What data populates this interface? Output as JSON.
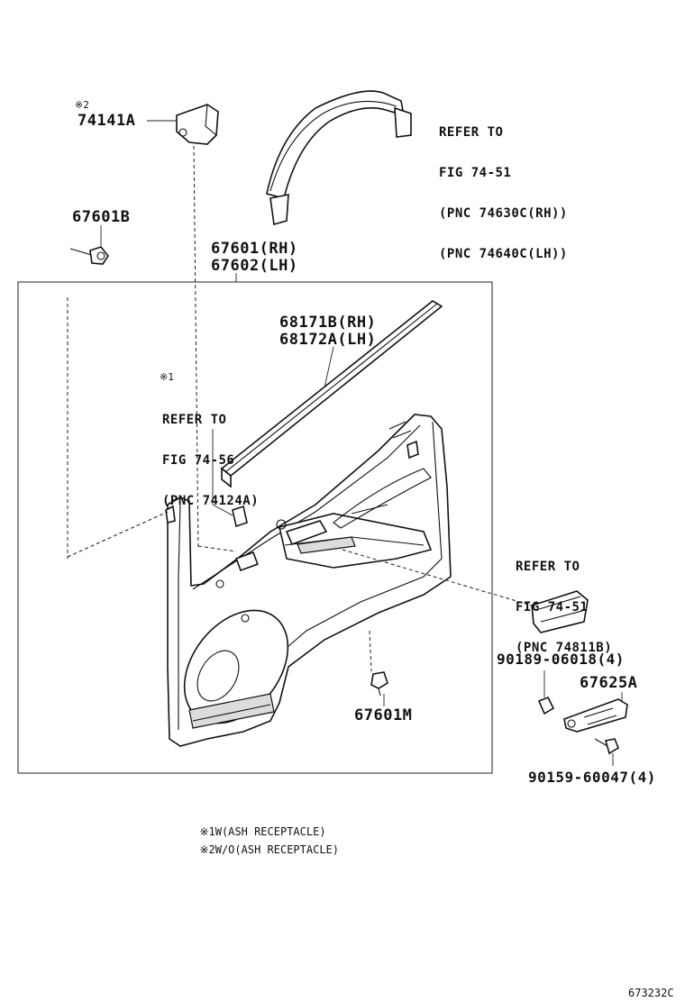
{
  "parts": {
    "p74141a": {
      "mark": "※2",
      "number": "74141A"
    },
    "p67601b": "67601B",
    "p67601_67602": [
      "67601(RH)",
      "67602(LH)"
    ],
    "p68171b_68172a": [
      "68171B(RH)",
      "68172A(LH)"
    ],
    "p67601m": "67601M",
    "p90189": "90189-06018(4)",
    "p67625a": "67625A",
    "p90159": "90159-60047(4)"
  },
  "references": {
    "assist_grip": [
      "REFER TO",
      "FIG 74-51",
      "(PNC 74630C(RH))",
      "(PNC 74640C(LH))"
    ],
    "ash_receptacle": {
      "mark": "※1",
      "lines": [
        "REFER TO",
        "FIG 74-56",
        "(PNC 74124A)"
      ]
    },
    "pocket": [
      "REFER TO",
      "FIG 74-51",
      "(PNC 74811B)"
    ]
  },
  "notes": [
    {
      "mark": "※1",
      "text": "W(ASH RECEPTACLE)"
    },
    {
      "mark": "※2",
      "text": "W/O(ASH RECEPTACLE)"
    }
  ],
  "figure_id": "673232C"
}
